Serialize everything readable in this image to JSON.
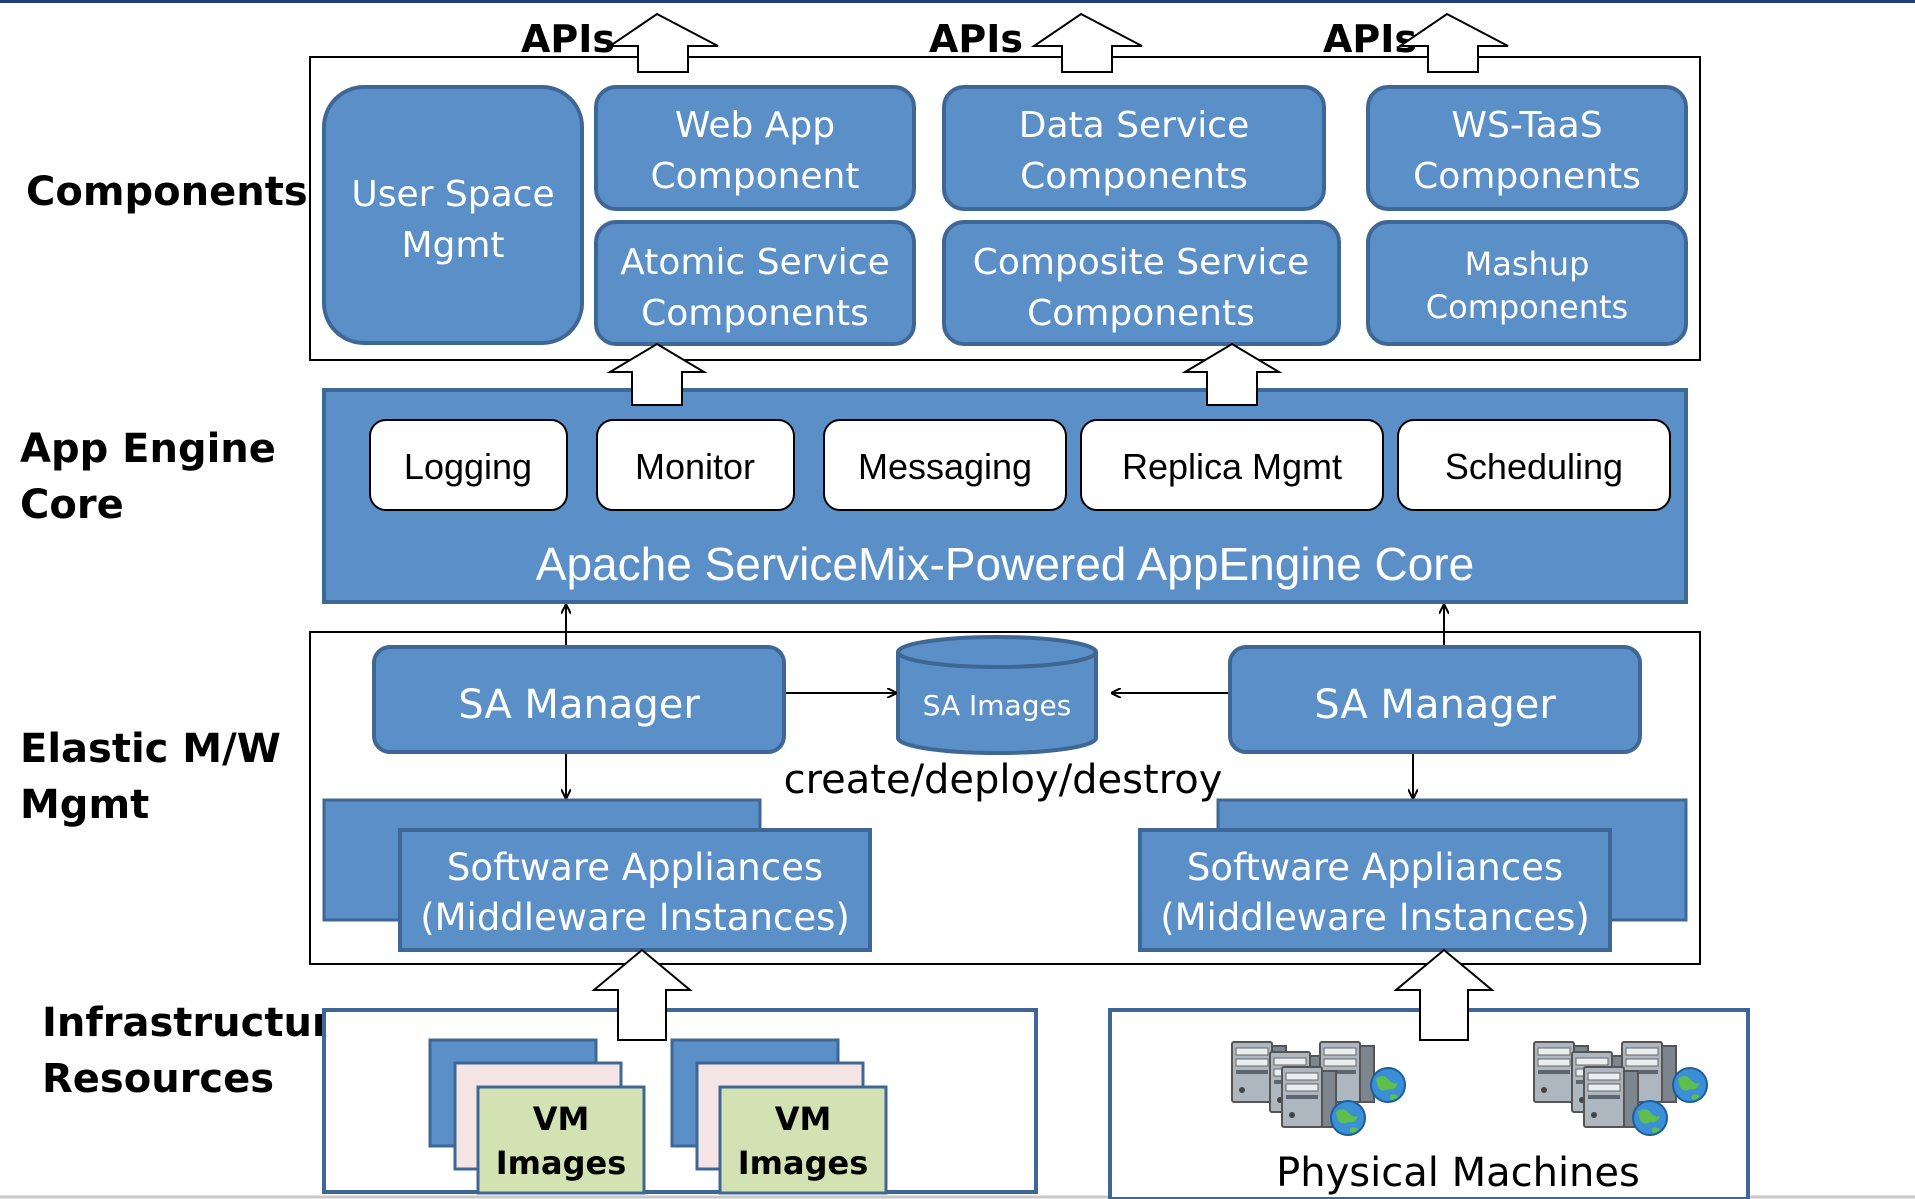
{
  "layers": {
    "components": "Components",
    "app_engine_line1": "App Engine",
    "app_engine_line2": "Core",
    "elastic_line1": "Elastic M/W",
    "elastic_line2": "Mgmt",
    "infra_line1": "Infrastructure",
    "infra_line2": "Resources"
  },
  "apis": [
    "APIs",
    "APIs",
    "APIs"
  ],
  "components": {
    "user_space": [
      "User Space",
      "Mgmt"
    ],
    "web_app": [
      "Web App",
      "Component"
    ],
    "data_service": [
      "Data Service",
      "Components"
    ],
    "ws_taas": [
      "WS-TaaS",
      "Components"
    ],
    "atomic_service": [
      "Atomic Service",
      "Components"
    ],
    "composite_service": [
      "Composite Service",
      "Components"
    ],
    "mashup": [
      "Mashup",
      "Components"
    ]
  },
  "core_modules": [
    "Logging",
    "Monitor",
    "Messaging",
    "Replica Mgmt",
    "Scheduling"
  ],
  "core_title": "Apache ServiceMix-Powered AppEngine Core",
  "middleware": {
    "sa_manager_left": "SA Manager",
    "sa_manager_right": "SA Manager",
    "sa_images": "SA Images",
    "lifecycle": "create/deploy/destroy",
    "appliances_left": [
      "Software Appliances",
      "(Middleware Instances)"
    ],
    "appliances_right": [
      "Software Appliances",
      "(Middleware Instances)"
    ]
  },
  "infrastructure": {
    "vm_images_1": [
      "VM",
      "Images"
    ],
    "vm_images_2": [
      "VM",
      "Images"
    ],
    "physical": "Physical Machines"
  },
  "colors": {
    "box_fill": "#5b8fc8",
    "box_stroke": "#3f6796",
    "header_line": "#1f3d7a",
    "vm_green": "#d2e2b3",
    "vm_pink": "#f4e4e4"
  }
}
